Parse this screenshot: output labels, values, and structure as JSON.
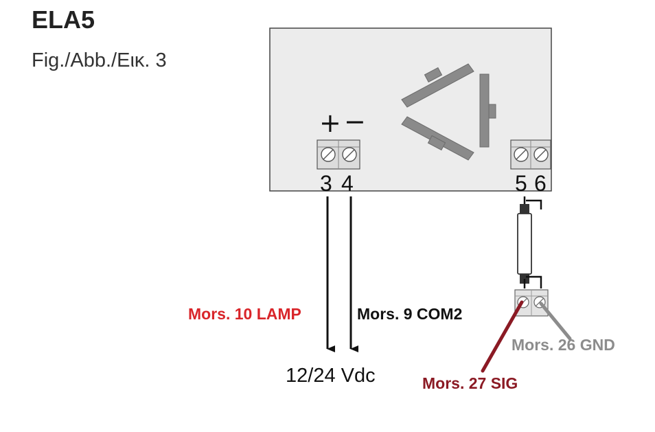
{
  "header": {
    "model": "ELA5",
    "figure": "Fig./Abb./Εικ. 3"
  },
  "device": {
    "polarity_plus": "+",
    "polarity_minus": "−",
    "terminals": [
      "3",
      "4",
      "5",
      "6"
    ]
  },
  "wires": {
    "lamp_label": "Mors. 10 LAMP",
    "com2_label": "Mors. 9 COM2",
    "gnd_label": "Mors. 26 GND",
    "sig_label": "Mors. 27 SIG"
  },
  "supply": {
    "label": "12/24 Vdc"
  },
  "colors": {
    "lamp": "#d9252a",
    "com2": "#111111",
    "gnd": "#8c8c8c",
    "sig": "#8b1a24",
    "device_fill": "#ececec",
    "sensor_grey": "#8a8a8a"
  }
}
